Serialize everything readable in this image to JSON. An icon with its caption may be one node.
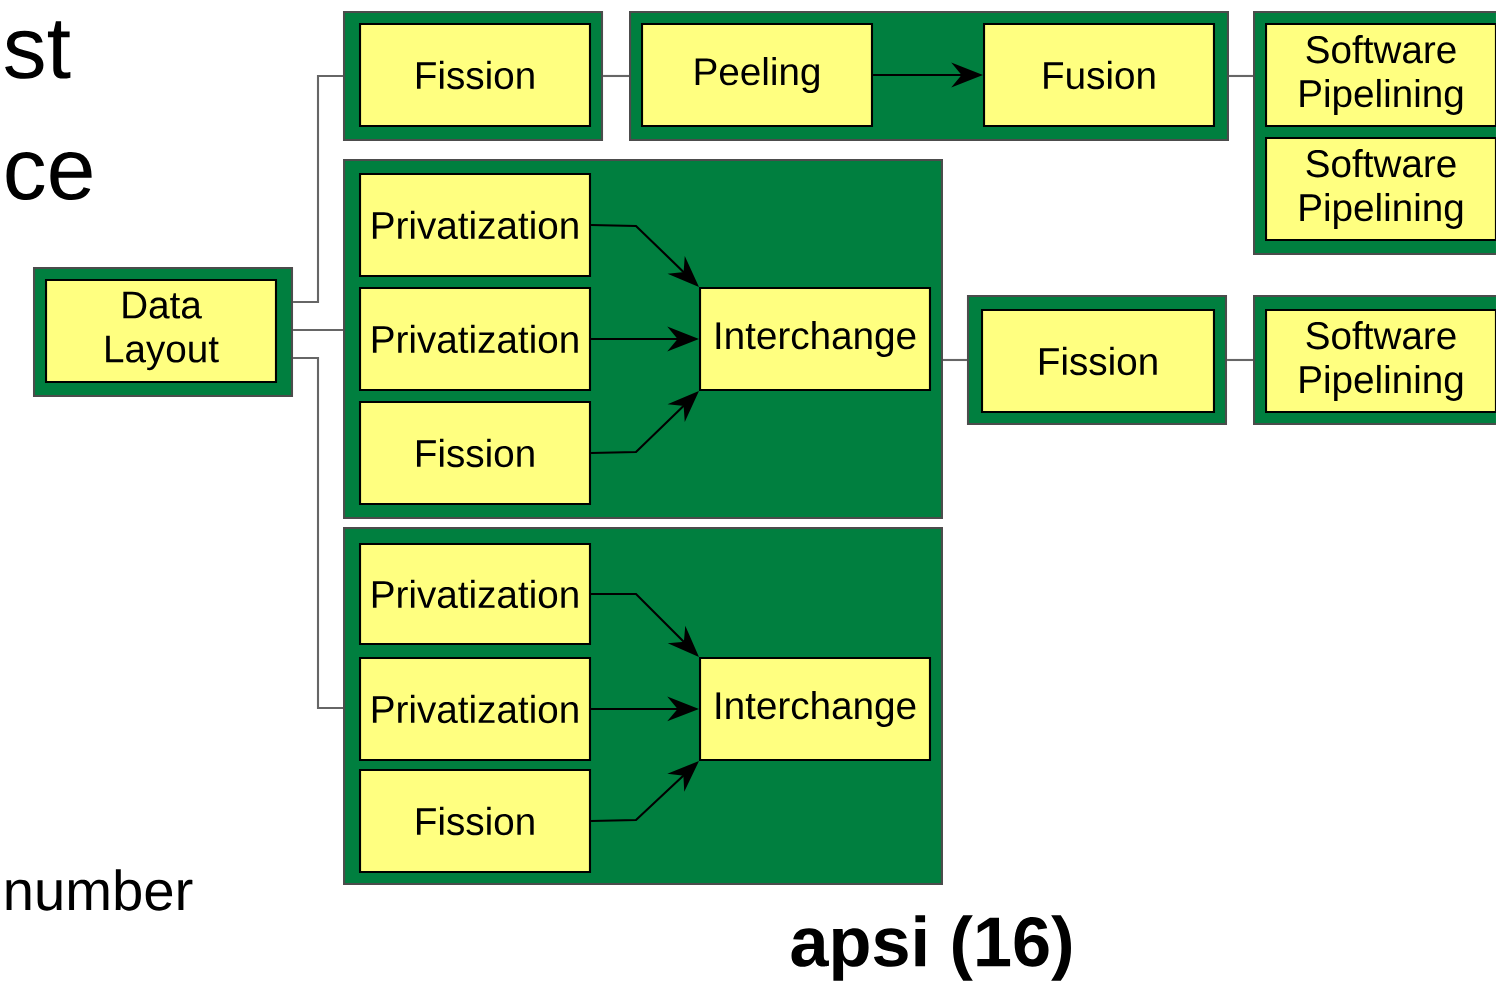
{
  "diagram": {
    "title": "apsi (16)",
    "nodes": [
      {
        "text": [],
        "shape": "box"
      },
      {
        "text": [
          "Data Layout"
        ],
        "in": 0
      },
      {
        "text": [],
        "shape": "box"
      },
      {
        "text": [
          "Fission"
        ],
        "in": 2
      },
      {
        "text": [],
        "shape": "box"
      },
      {
        "text": [
          "Peeling"
        ],
        "in": 4
      },
      {
        "text": [
          "Fusion"
        ],
        "in": 4
      },
      {
        "text": [],
        "shape": "box"
      },
      {
        "text": [
          "Software Pipelining"
        ],
        "in": 7
      },
      {
        "text": [
          "Software Pipelining"
        ],
        "in": 7
      },
      {
        "text": [],
        "shape": "box"
      },
      {
        "text": [
          "Privatization"
        ],
        "in": 10
      },
      {
        "text": [
          "Privatization"
        ],
        "in": 10
      },
      {
        "text": [
          "Fission"
        ],
        "in": 10
      },
      {
        "text": [
          "Interchange"
        ],
        "in": 10
      },
      {
        "text": [],
        "shape": "box"
      },
      {
        "text": [
          "Fission"
        ],
        "in": 15
      },
      {
        "text": [],
        "shape": "box"
      },
      {
        "text": [
          "Software Pipelining"
        ],
        "in": 17
      },
      {
        "text": [],
        "shape": "box"
      },
      {
        "text": [
          "Privatization"
        ],
        "in": 19
      },
      {
        "text": [
          "Privatization"
        ],
        "in": 19
      },
      {
        "text": [
          "Fission"
        ],
        "in": 19
      },
      {
        "text": [
          "Interchange"
        ],
        "in": 19
      }
    ],
    "edges": [
      {
        "from": 0,
        "to": 2,
        "arrow": "none"
      },
      {
        "from": 0,
        "to": 10,
        "arrow": "none"
      },
      {
        "from": 0,
        "to": 19,
        "arrow": "none"
      },
      {
        "from": 2,
        "to": 4,
        "arrow": "none"
      },
      {
        "from": 5,
        "to": 6,
        "arrow": "to",
        "color": "#000000"
      },
      {
        "from": 4,
        "to": 7,
        "arrow": "none"
      },
      {
        "from": 11,
        "to": 14,
        "arrow": "to",
        "color": "#000000"
      },
      {
        "from": 12,
        "to": 14,
        "arrow": "to",
        "color": "#000000"
      },
      {
        "from": 13,
        "to": 14,
        "arrow": "to",
        "color": "#000000"
      },
      {
        "from": 10,
        "to": 15,
        "arrow": "none"
      },
      {
        "from": 15,
        "to": 17,
        "arrow": "none"
      },
      {
        "from": 20,
        "to": 23,
        "arrow": "to",
        "color": "#000000"
      },
      {
        "from": 21,
        "to": 23,
        "arrow": "to",
        "color": "#000000"
      },
      {
        "from": 22,
        "to": 23,
        "arrow": "to",
        "color": "#000000"
      }
    ],
    "labels": [
      "st",
      "ce",
      "number"
    ]
  }
}
